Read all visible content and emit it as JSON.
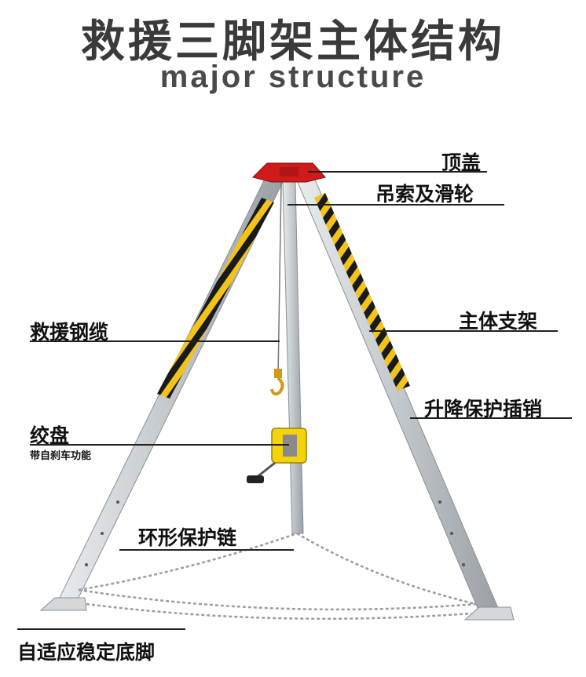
{
  "header": {
    "title": "救援三脚架主体结构",
    "subtitle": "major  structure"
  },
  "labels": {
    "top_cap": "顶盖",
    "rope_pulley": "吊索及滑轮",
    "main_frame": "主体支架",
    "rescue_cable": "救援钢缆",
    "lift_pin": "升降保护插销",
    "winch": "绞盘",
    "winch_note": "带自刹车功能",
    "chain": "环形保护链",
    "feet": "自适应稳定底脚"
  },
  "colors": {
    "cap": "#d11a1a",
    "leg": "#cfd3d6",
    "stripe_yellow": "#f2c318",
    "stripe_black": "#1a1a1a",
    "winch": "#f4d20c"
  }
}
